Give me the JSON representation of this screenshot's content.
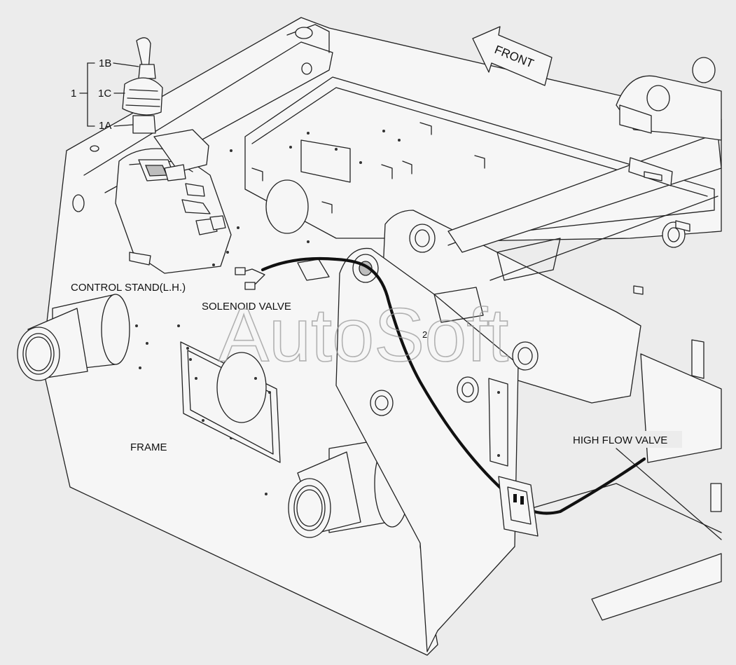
{
  "diagram": {
    "labels": {
      "control_stand": "CONTROL STAND(L.H.)",
      "solenoid_valve": "SOLENOID VALVE",
      "frame": "FRAME",
      "high_flow_valve": "HIGH FLOW VALVE",
      "front": "FRONT"
    },
    "callouts": {
      "item_1": "1",
      "item_1a": "1A",
      "item_1b": "1B",
      "item_1c": "1C",
      "item_2": "2"
    },
    "watermark": "AutoSoft"
  }
}
